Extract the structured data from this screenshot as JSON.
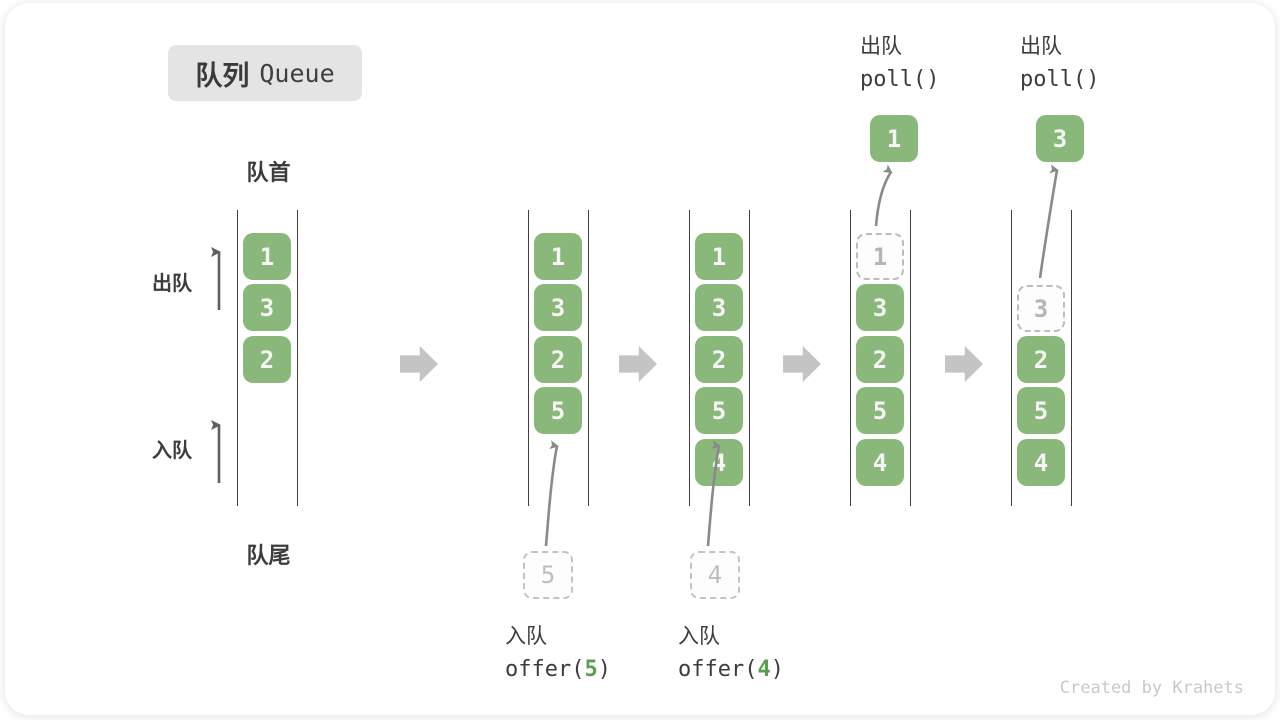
{
  "title": {
    "zh": "队列",
    "en": "Queue"
  },
  "labels": {
    "front": "队首",
    "rear": "队尾",
    "dequeue_side": "出队",
    "enqueue_side": "入队"
  },
  "queues": [
    {
      "name": "state-initial",
      "items": [
        {
          "value": "1",
          "style": "solid"
        },
        {
          "value": "3",
          "style": "solid"
        },
        {
          "value": "2",
          "style": "solid"
        }
      ]
    },
    {
      "name": "state-after-offer-5",
      "items": [
        {
          "value": "1",
          "style": "solid"
        },
        {
          "value": "3",
          "style": "solid"
        },
        {
          "value": "2",
          "style": "solid"
        },
        {
          "value": "5",
          "style": "solid"
        }
      ],
      "pending": {
        "value": "5"
      },
      "operation": {
        "zh": "入队",
        "code_prefix": "offer(",
        "arg": "5",
        "code_suffix": ")"
      }
    },
    {
      "name": "state-after-offer-4",
      "items": [
        {
          "value": "1",
          "style": "solid"
        },
        {
          "value": "3",
          "style": "solid"
        },
        {
          "value": "2",
          "style": "solid"
        },
        {
          "value": "5",
          "style": "solid"
        },
        {
          "value": "4",
          "style": "solid"
        }
      ],
      "pending": {
        "value": "4"
      },
      "operation": {
        "zh": "入队",
        "code_prefix": "offer(",
        "arg": "4",
        "code_suffix": ")"
      }
    },
    {
      "name": "state-after-poll-1",
      "items": [
        {
          "value": "1",
          "style": "dashed"
        },
        {
          "value": "3",
          "style": "solid"
        },
        {
          "value": "2",
          "style": "solid"
        },
        {
          "value": "5",
          "style": "solid"
        },
        {
          "value": "4",
          "style": "solid"
        }
      ],
      "popped": {
        "value": "1"
      },
      "operation": {
        "zh": "出队",
        "code": "poll()"
      }
    },
    {
      "name": "state-after-poll-3",
      "items": [
        {
          "value": "3",
          "style": "dashed"
        },
        {
          "value": "2",
          "style": "solid"
        },
        {
          "value": "5",
          "style": "solid"
        },
        {
          "value": "4",
          "style": "solid"
        }
      ],
      "popped": {
        "value": "3"
      },
      "operation": {
        "zh": "出队",
        "code": "poll()"
      }
    }
  ],
  "colors": {
    "box_green": "#8ab87a",
    "box_text": "#f5f5f5",
    "code_arg_green": "#56a04e",
    "block_arrow_gray": "#c4c4c4",
    "dashed_border": "#c3c3c3",
    "line_dark": "#3f3f3f",
    "title_bg": "#e4e4e4",
    "footer_gray": "#c9c9c9"
  },
  "footer": "Created by Krahets"
}
